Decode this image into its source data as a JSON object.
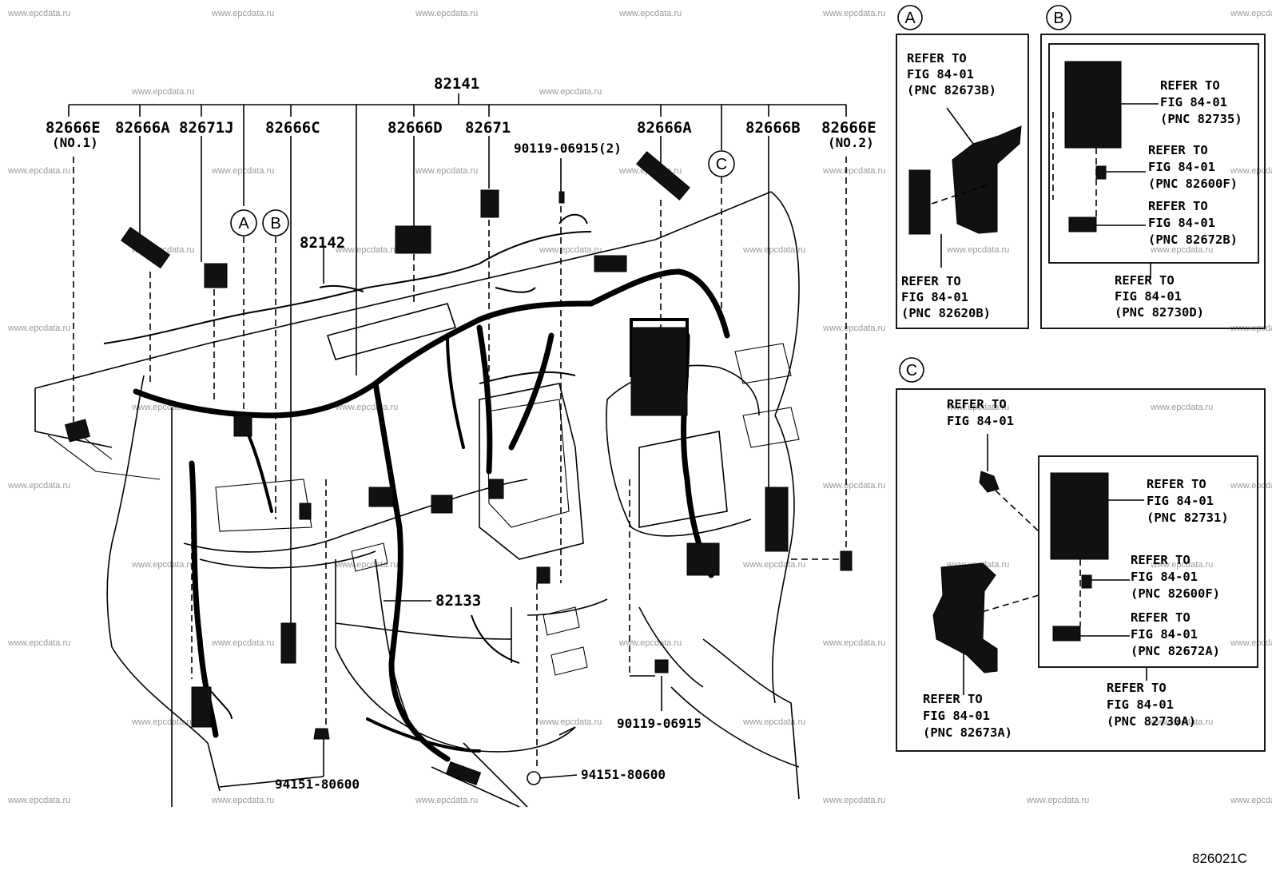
{
  "watermark": "www.epcdata.ru",
  "diagram_code": "826021C",
  "main_assembly": {
    "part": "82141"
  },
  "top_callouts": [
    {
      "id": "c1",
      "part": "82666E",
      "sub": "(NO.1)"
    },
    {
      "id": "c2",
      "part": "82666A"
    },
    {
      "id": "c3",
      "part": "82671J"
    },
    {
      "id": "c4",
      "part": "82666C"
    },
    {
      "id": "c5",
      "part": "82666D"
    },
    {
      "id": "c6",
      "part": "82671"
    },
    {
      "id": "c7",
      "part": "82666A"
    },
    {
      "id": "c8",
      "part": "82666B"
    },
    {
      "id": "c9",
      "part": "82666E",
      "sub": "(NO.2)"
    }
  ],
  "other_callouts": {
    "bolt_top": "90119-06915(2)",
    "harness_82142": "82142",
    "harness_82133": "82133",
    "bolt_bottom": "90119-06915",
    "clip_left": "94151-80600",
    "clip_right": "94151-80600"
  },
  "circle_refs": {
    "a": "A",
    "b": "B",
    "c": "C"
  },
  "detail_a": {
    "label": "A",
    "notes": [
      {
        "line1": "REFER TO",
        "line2": "FIG 84-01",
        "line3": "(PNC 82673B)"
      },
      {
        "line1": "REFER TO",
        "line2": "FIG 84-01",
        "line3": "(PNC 82620B)"
      }
    ]
  },
  "detail_b": {
    "label": "B",
    "notes": [
      {
        "line1": "REFER TO",
        "line2": "FIG 84-01",
        "line3": "(PNC 82735)"
      },
      {
        "line1": "REFER TO",
        "line2": "FIG 84-01",
        "line3": "(PNC 82600F)"
      },
      {
        "line1": "REFER TO",
        "line2": "FIG 84-01",
        "line3": "(PNC 82672B)"
      },
      {
        "line1": "REFER TO",
        "line2": "FIG 84-01",
        "line3": "(PNC 82730D)"
      }
    ]
  },
  "detail_c": {
    "label": "C",
    "notes": [
      {
        "line1": "REFER TO",
        "line2": "FIG 84-01",
        "line3": ""
      },
      {
        "line1": "REFER TO",
        "line2": "FIG 84-01",
        "line3": "(PNC 82731)"
      },
      {
        "line1": "REFER TO",
        "line2": "FIG 84-01",
        "line3": "(PNC 82600F)"
      },
      {
        "line1": "REFER TO",
        "line2": "FIG 84-01",
        "line3": "(PNC 82672A)"
      },
      {
        "line1": "REFER TO",
        "line2": "FIG 84-01",
        "line3": "(PNC 82730A)"
      },
      {
        "line1": "REFER TO",
        "line2": "FIG 84-01",
        "line3": "(PNC 82673A)"
      }
    ]
  }
}
